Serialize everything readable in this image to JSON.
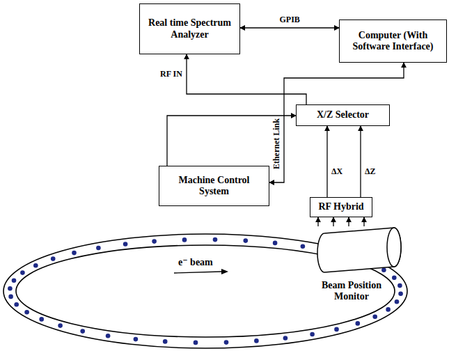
{
  "diagram": {
    "nodes": [
      {
        "text": [
          "Real time Spectrum Analyzer"
        ]
      },
      {
        "text": [
          "Computer (With Software Interface)"
        ]
      },
      {
        "text": [
          "X/Z Selector"
        ]
      },
      {
        "text": [
          "Machine Control System"
        ]
      },
      {
        "text": [
          "RF Hybrid"
        ]
      },
      {
        "text": [
          "Beam Position Monitor"
        ]
      }
    ],
    "edges": [
      {
        "from": 0,
        "to": 1,
        "label": "GPIB",
        "arrow": "both"
      },
      {
        "from": 2,
        "to": 0,
        "label": "RF IN",
        "arrow": "to"
      },
      {
        "from": 3,
        "to": 1,
        "label": "Ethernet Link",
        "arrow": "both"
      },
      {
        "from": 3,
        "to": 2,
        "arrow": "to"
      },
      {
        "from": 4,
        "to": 2,
        "label": "ΔX",
        "arrow": "to"
      },
      {
        "from": 4,
        "to": 2,
        "label": "ΔZ",
        "arrow": "to"
      },
      {
        "from": 5,
        "to": 4,
        "arrow": "to"
      },
      {
        "from": 5,
        "to": 4,
        "arrow": "to"
      },
      {
        "from": 5,
        "to": 4,
        "arrow": "to"
      },
      {
        "from": 5,
        "to": 4,
        "arrow": "to"
      }
    ],
    "labels": [
      "e⁻ beam"
    ]
  }
}
